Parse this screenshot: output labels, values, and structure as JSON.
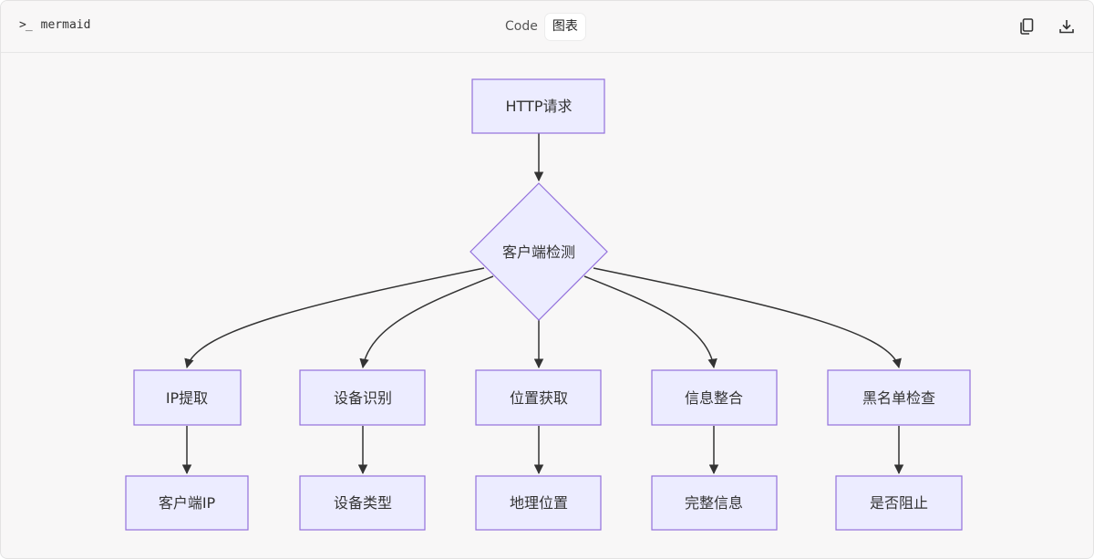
{
  "toolbar": {
    "language": "mermaid",
    "tabs": [
      {
        "label": "Code",
        "active": false
      },
      {
        "label": "图表",
        "active": true
      }
    ],
    "icons": [
      "copy-icon",
      "download-icon"
    ]
  },
  "diagram": {
    "nodes": {
      "http": "HTTP请求",
      "detect": "客户端检测",
      "ip": "IP提取",
      "device": "设备识别",
      "location": "位置获取",
      "info": "信息整合",
      "blacklist": "黑名单检查",
      "client_ip": "客户端IP",
      "device_type": "设备类型",
      "geo": "地理位置",
      "full_info": "完整信息",
      "block": "是否阻止"
    },
    "colors": {
      "node_fill": "#ECECFF",
      "node_stroke": "#9370DB",
      "edge": "#333333"
    }
  }
}
